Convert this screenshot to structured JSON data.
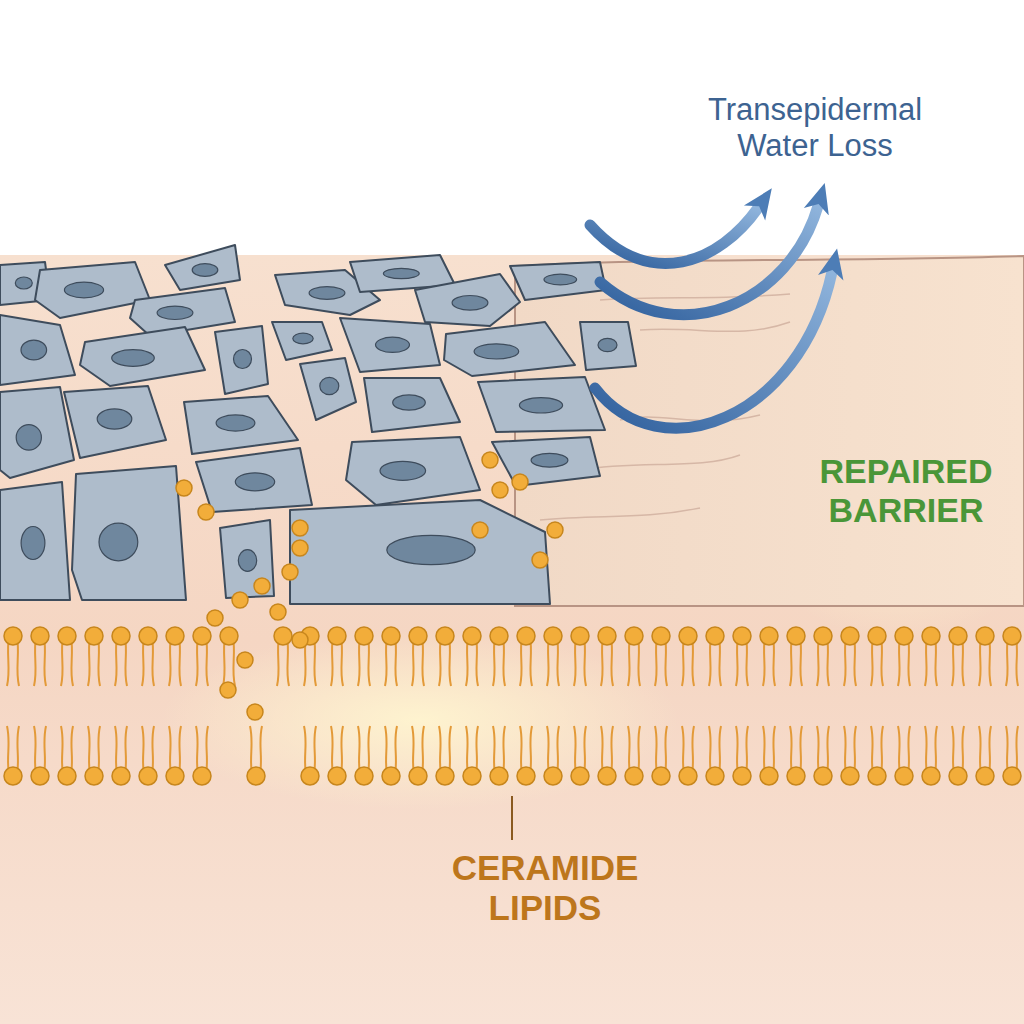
{
  "diagram": {
    "labels": [
      "Transepidermal Water Loss",
      "REPAIRED BARRIER",
      "CERAMIDE LIPIDS"
    ]
  }
}
